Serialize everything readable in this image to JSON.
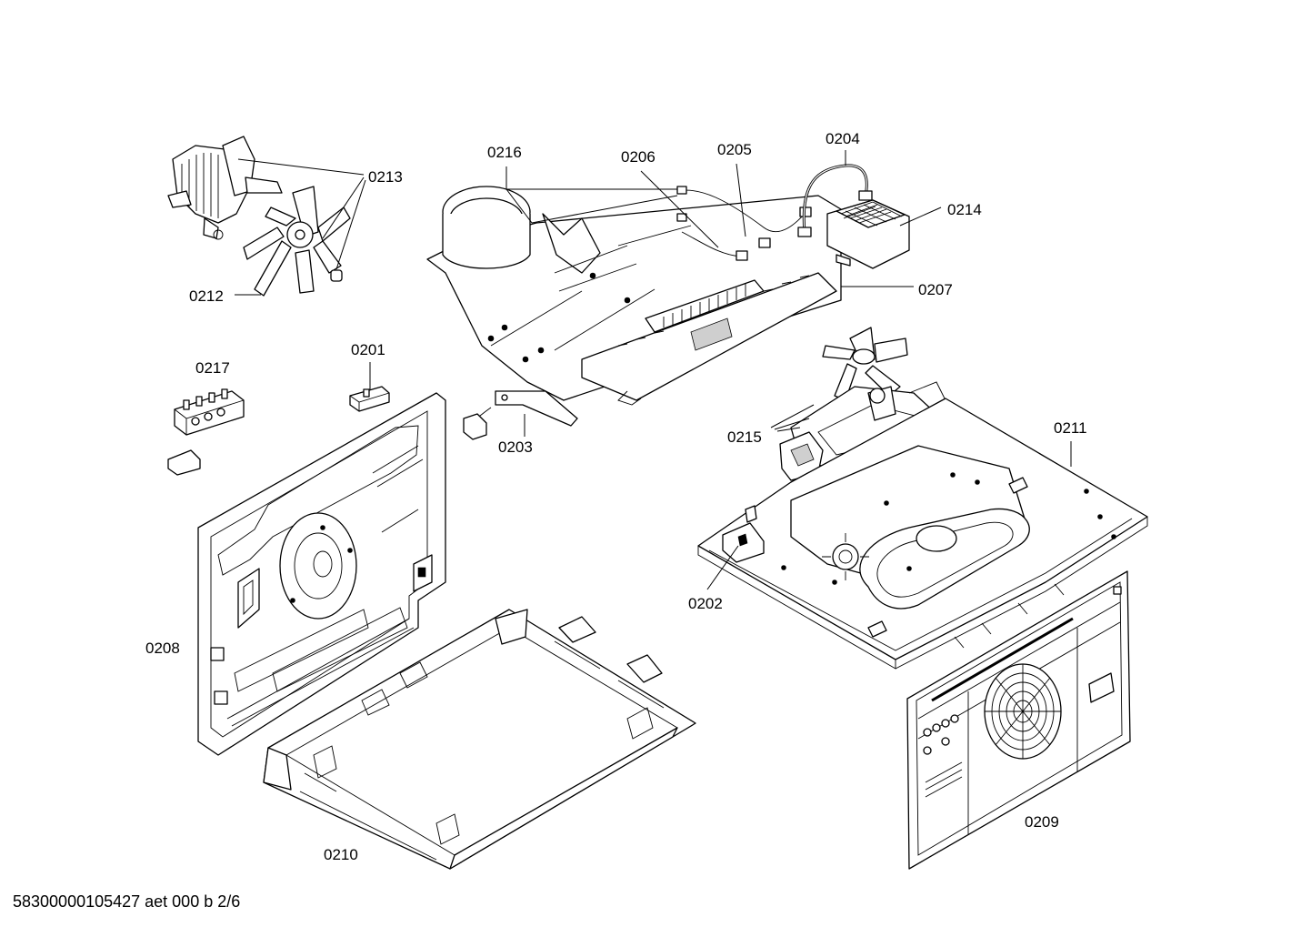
{
  "diagram": {
    "callouts": {
      "c0213": "0213",
      "c0212": "0212",
      "c0216": "0216",
      "c0206": "0206",
      "c0205": "0205",
      "c0204": "0204",
      "c0214": "0214",
      "c0207": "0207",
      "c0217": "0217",
      "c0201": "0201",
      "c0203": "0203",
      "c0215": "0215",
      "c0211": "0211",
      "c0202": "0202",
      "c0208": "0208",
      "c0210": "0210",
      "c0209": "0209"
    }
  },
  "footer": {
    "reference": "58300000105427 aet 000 b 2/6"
  }
}
